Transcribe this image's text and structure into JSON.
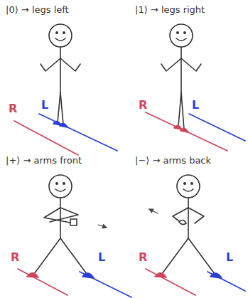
{
  "diagram": {
    "labels": [
      "|0⟩ → legs left",
      "|1⟩ → legs right",
      "R",
      "L",
      "R",
      "L",
      "|+⟩ → arms front",
      "|−⟩ → arms back",
      "R",
      "L",
      "R",
      "L"
    ]
  }
}
